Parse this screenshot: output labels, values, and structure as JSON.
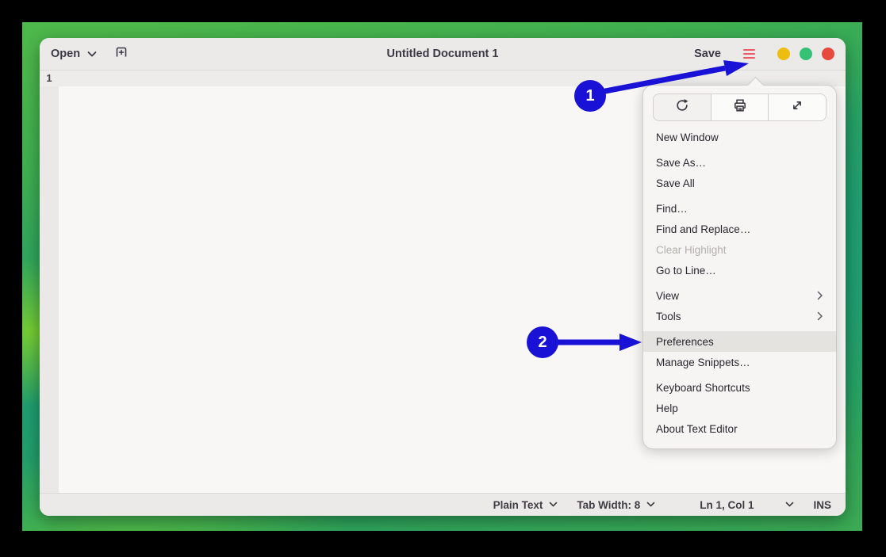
{
  "header": {
    "open_label": "Open",
    "title": "Untitled Document 1",
    "save_label": "Save"
  },
  "editor": {
    "line_number": "1"
  },
  "menu": {
    "toolbar": [
      {
        "name": "reload"
      },
      {
        "name": "print"
      },
      {
        "name": "fullscreen"
      }
    ],
    "sections": [
      {
        "items": [
          {
            "label": "New Window"
          }
        ]
      },
      {
        "items": [
          {
            "label": "Save As…"
          },
          {
            "label": "Save All"
          }
        ]
      },
      {
        "items": [
          {
            "label": "Find…"
          },
          {
            "label": "Find and Replace…"
          },
          {
            "label": "Clear Highlight",
            "disabled": true
          },
          {
            "label": "Go to Line…"
          }
        ]
      },
      {
        "items": [
          {
            "label": "View",
            "submenu": true
          },
          {
            "label": "Tools",
            "submenu": true
          }
        ]
      },
      {
        "items": [
          {
            "label": "Preferences",
            "highlighted": true
          },
          {
            "label": "Manage Snippets…"
          }
        ]
      },
      {
        "items": [
          {
            "label": "Keyboard Shortcuts"
          },
          {
            "label": "Help"
          },
          {
            "label": "About Text Editor"
          }
        ]
      }
    ]
  },
  "statusbar": {
    "language": "Plain Text",
    "tab_width": "Tab Width: 8",
    "cursor_position": "Ln 1, Col 1",
    "input_mode": "INS"
  },
  "annotations": {
    "steps": [
      {
        "number": "1"
      },
      {
        "number": "2"
      }
    ],
    "color": "#1a11d6"
  },
  "icons": {
    "open_chevron": "chevron-down",
    "new_tab": "new-tab",
    "menu": "hamburger-menu",
    "window_controls": [
      "minimize",
      "maximize",
      "close"
    ],
    "popup_toolbar": [
      "reload",
      "print",
      "fullscreen"
    ]
  },
  "colors": {
    "annotation_blue": "#1a11d6",
    "hamburger_red": "#ee5a65",
    "dot_minimize": "#eebd11",
    "dot_maximize": "#35c275",
    "dot_close": "#e8493d",
    "menu_highlight": "#e5e3e0",
    "desktop_green": "#2aa45f"
  }
}
